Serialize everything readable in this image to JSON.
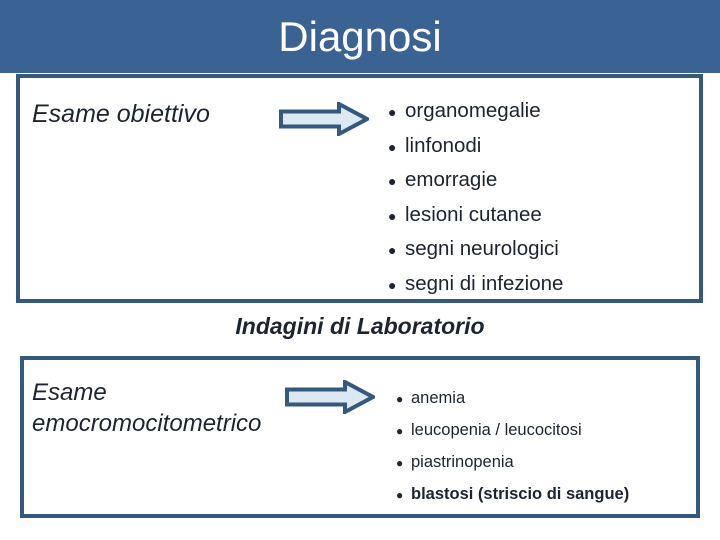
{
  "header": {
    "title": "Diagnosi",
    "band_color": "#3a6394",
    "title_color": "#ffffff"
  },
  "theme": {
    "border_color": "#35587e",
    "arrow_fill": "#dce9f2",
    "arrow_stroke": "#35587e",
    "text_color": "#1b2430",
    "page_background": "#ffffff"
  },
  "exam_section": {
    "label": "Esame obiettivo",
    "arrow": "right-arrow-icon",
    "bullet_glyph": "●",
    "items": [
      {
        "text": "organomegalie",
        "bold": false
      },
      {
        "text": "linfonodi",
        "bold": false
      },
      {
        "text": "emorragie",
        "bold": false
      },
      {
        "text": "lesioni cutanee",
        "bold": false
      },
      {
        "text": "segni neurologici",
        "bold": false
      },
      {
        "text": "segni di infezione",
        "bold": false
      }
    ]
  },
  "lab_heading": "Indagini di Laboratorio",
  "lab_section": {
    "label_line1": "Esame",
    "label_line2": "emocromocitometrico",
    "arrow": "right-arrow-icon",
    "bullet_glyph": "●",
    "items": [
      {
        "text": "anemia",
        "bold": false
      },
      {
        "text": "leucopenia / leucocitosi",
        "bold": false
      },
      {
        "text": "piastrinopenia",
        "bold": false
      },
      {
        "text": "blastosi (striscio di sangue)",
        "bold": true
      }
    ]
  }
}
